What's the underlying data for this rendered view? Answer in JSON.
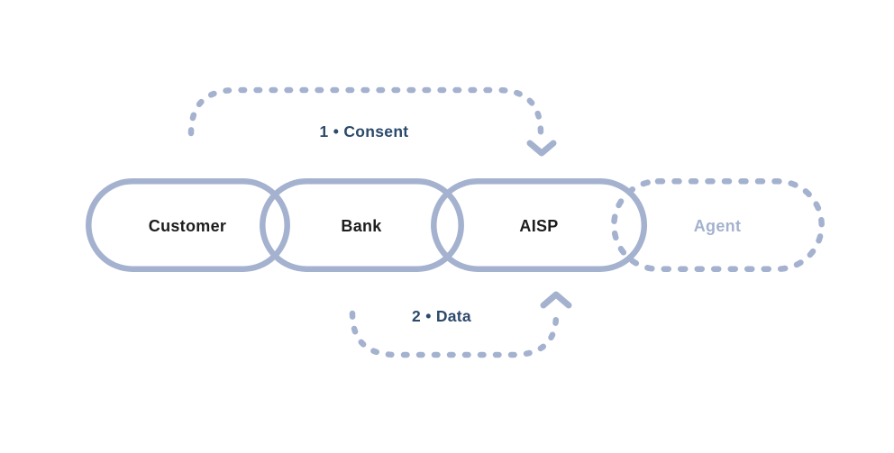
{
  "nodes": [
    {
      "label": "Customer",
      "style": "solid"
    },
    {
      "label": "Bank",
      "style": "solid"
    },
    {
      "label": "AISP",
      "style": "solid"
    },
    {
      "label": "Agent",
      "style": "dashed"
    }
  ],
  "flows": [
    {
      "label": "1 • Consent",
      "from": "Customer",
      "to": "AISP",
      "position": "top",
      "arrow": "down"
    },
    {
      "label": "2 • Data",
      "from": "Bank",
      "to": "AISP",
      "position": "bottom",
      "arrow": "up"
    }
  ],
  "colors": {
    "background": "#ffffff",
    "outline_blue": "#a4b2cf",
    "node_label": "#1d1d1f",
    "flow_label": "#2c4a6b",
    "agent_label": "#a4b2cf"
  }
}
